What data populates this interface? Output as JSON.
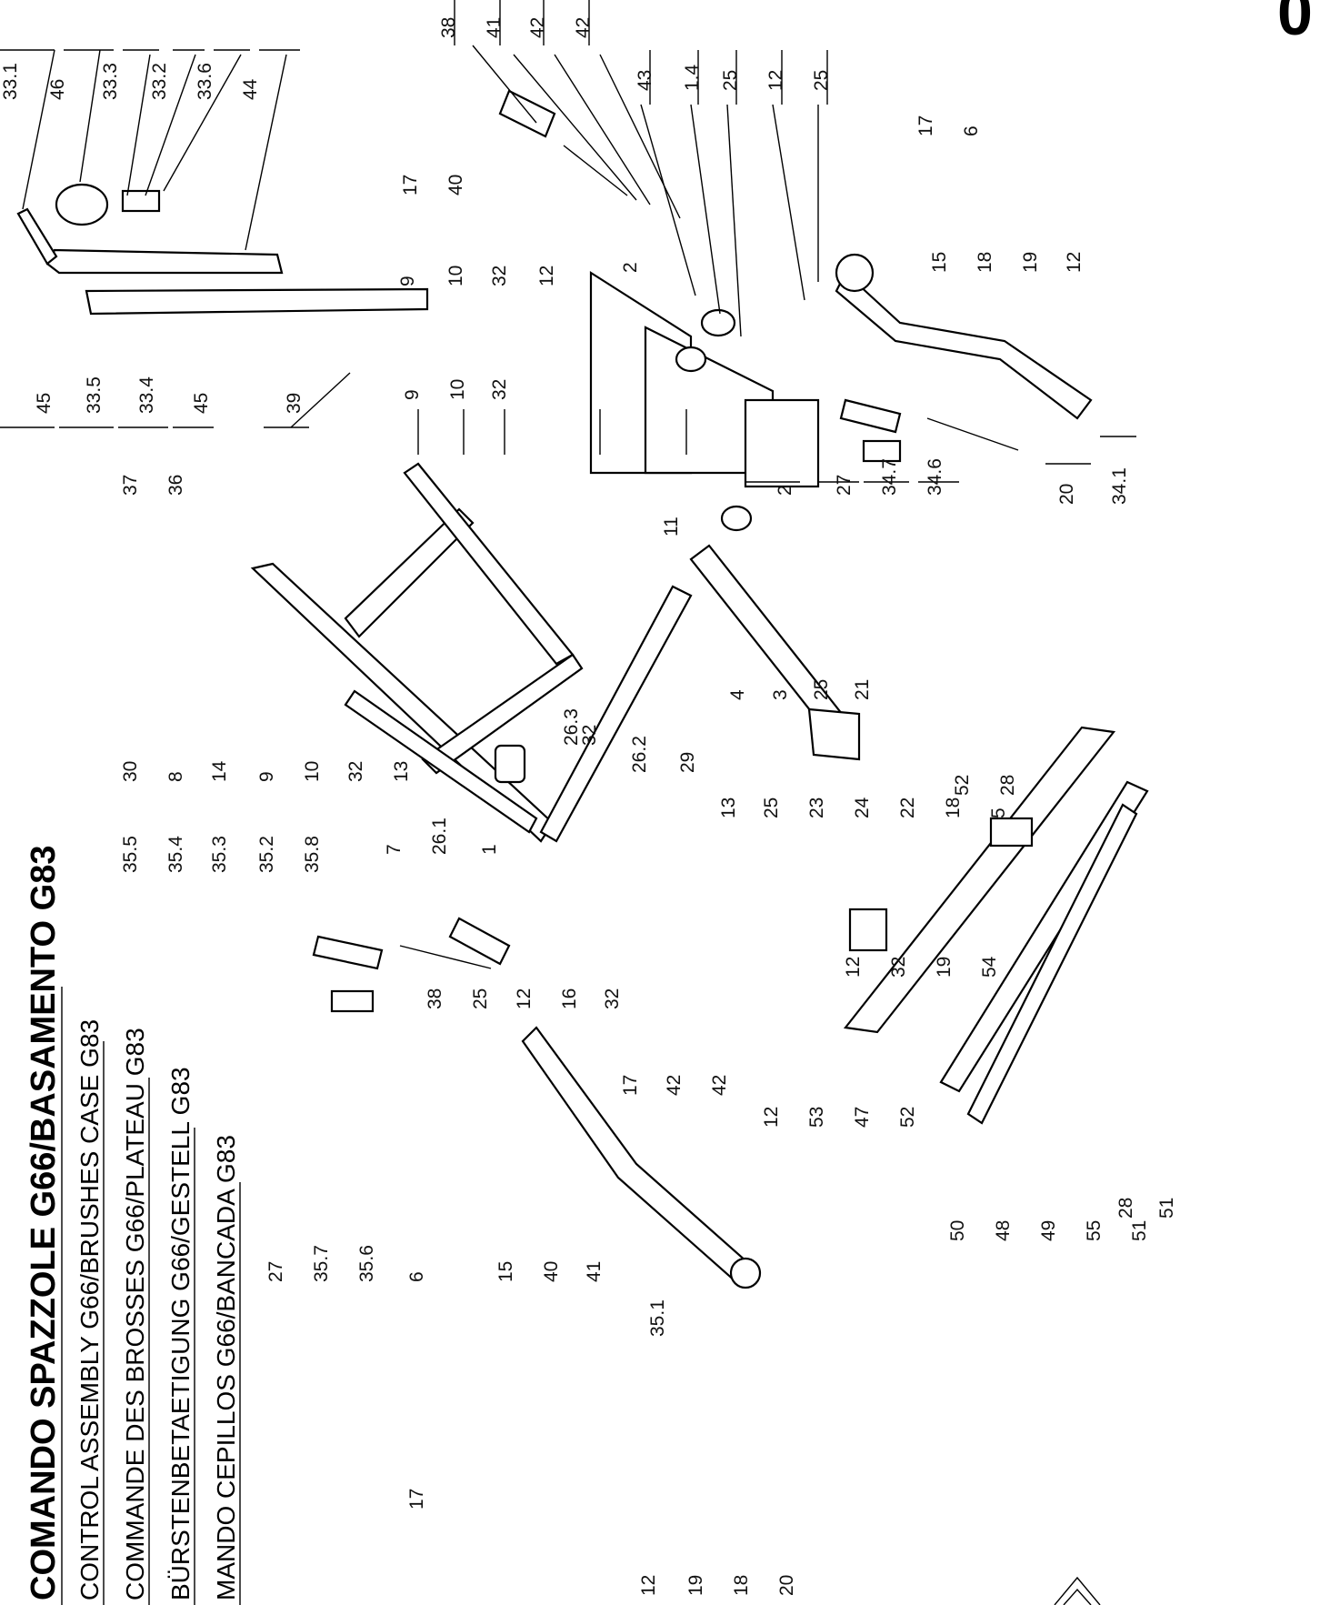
{
  "page_number": "0",
  "titles": [
    "COMANDO SPAZZOLE G66/BASAMENTO G83",
    "CONTROL ASSEMBLY G66/BRUSHES CASE G83",
    "COMMANDE DES BROSSES G66/PLATEAU G83",
    "BÜRSTENBETAETIGUNG G66/GESTELL G83",
    "MANDO CEPILLOS G66/BANCADA G83"
  ],
  "callouts": [
    "38",
    "41",
    "42",
    "42",
    "43",
    "1.4",
    "25",
    "12",
    "25",
    "33.1",
    "46",
    "33.3",
    "33.2",
    "33.6",
    "44",
    "17",
    "40",
    "17",
    "6",
    "9",
    "10",
    "32",
    "12",
    "45",
    "33.5",
    "33.4",
    "45",
    "39",
    "9",
    "10",
    "32",
    "2",
    "2",
    "27",
    "34.7",
    "34.6",
    "20",
    "34.1",
    "15",
    "18",
    "19",
    "12",
    "37",
    "36",
    "11",
    "30",
    "8",
    "14",
    "9",
    "10",
    "32",
    "13",
    "7",
    "26.1",
    "1",
    "26.3",
    "32",
    "26.2",
    "29",
    "4",
    "3",
    "25",
    "21",
    "13",
    "25",
    "23",
    "24",
    "22",
    "18",
    "5",
    "35.5",
    "35.4",
    "35.3",
    "35.2",
    "35.8",
    "38",
    "25",
    "12",
    "16",
    "32",
    "17",
    "42",
    "42",
    "27",
    "35.7",
    "35.6",
    "6",
    "15",
    "40",
    "41",
    "35.1",
    "17",
    "12",
    "32",
    "19",
    "54",
    "12",
    "53",
    "47",
    "52",
    "52",
    "28",
    "28",
    "51",
    "50",
    "48",
    "49",
    "55",
    "51",
    "12",
    "19",
    "18",
    "20"
  ]
}
